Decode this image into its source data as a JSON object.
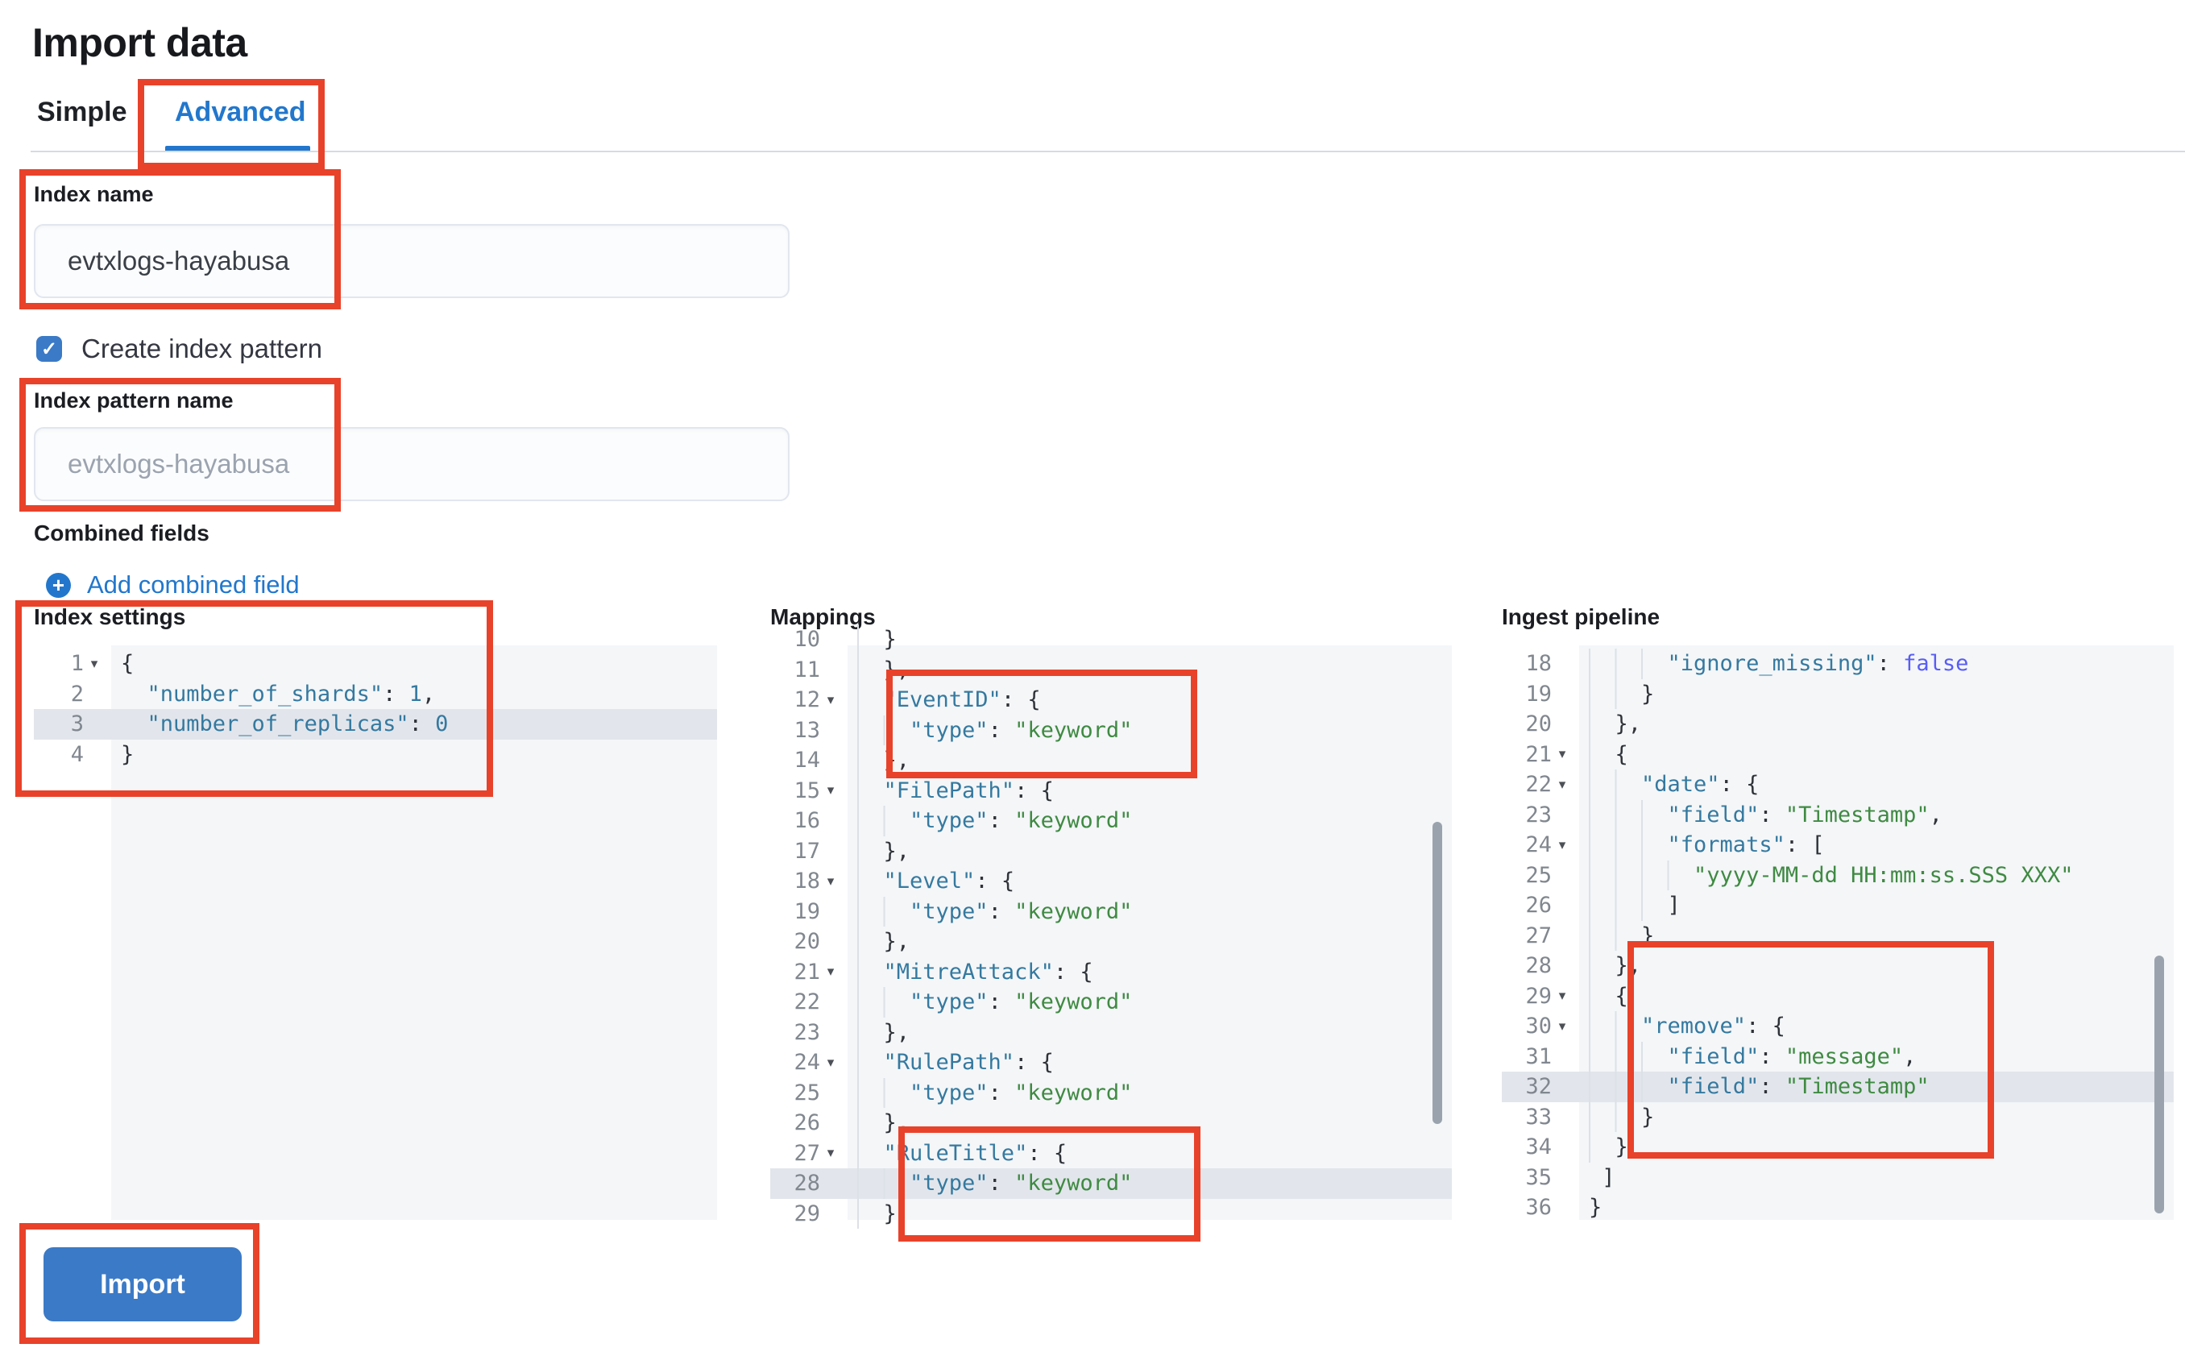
{
  "page": {
    "title": "Import data"
  },
  "tabs": {
    "simple": "Simple",
    "advanced": "Advanced"
  },
  "icons": {
    "check": "✓",
    "plus": "+",
    "fold_arrow": "▾"
  },
  "form": {
    "index_name": {
      "label": "Index name",
      "value": "evtxlogs-hayabusa"
    },
    "create_index_pattern": {
      "label": "Create index pattern",
      "checked": true
    },
    "index_pattern_name": {
      "label": "Index pattern name",
      "placeholder": "evtxlogs-hayabusa"
    },
    "combined_fields": {
      "label": "Combined fields",
      "add_link": "Add combined field"
    },
    "import_button": "Import"
  },
  "colors": {
    "annotation": "#e8422a",
    "link_blue": "#2277cc",
    "control_blue": "#3b7ac6",
    "code_key": "#35799f",
    "code_string": "#3f8a42",
    "code_boolean": "#585cf6",
    "code_punct": "#2f3238",
    "editor_bg": "#f4f6f8",
    "highlight": "#e2e6ec",
    "divider": "#d5dbe5",
    "line_number": "#81878f"
  },
  "editors": [
    {
      "title": "Index settings",
      "lines": [
        {
          "n": "1",
          "fold": 1,
          "g": 0,
          "t": [
            [
              "p",
              "{"
            ]
          ]
        },
        {
          "n": "2",
          "g": 0,
          "t": [
            [
              "k",
              "  \"number_of_shards\""
            ],
            [
              "p",
              ": "
            ],
            [
              "n",
              "1"
            ],
            [
              "p",
              ","
            ]
          ]
        },
        {
          "n": "3",
          "g": 0,
          "hl": 1,
          "t": [
            [
              "k",
              "  \"number_of_replicas\""
            ],
            [
              "p",
              ": "
            ],
            [
              "n",
              "0"
            ]
          ]
        },
        {
          "n": "4",
          "g": 0,
          "t": [
            [
              "p",
              "}"
            ]
          ]
        }
      ]
    },
    {
      "title": "Mappings",
      "lines": [
        {
          "n": "10",
          "partial": 1,
          "g": 1,
          "t": [
            [
              "p",
              "  }"
            ]
          ]
        },
        {
          "n": "11",
          "g": 1,
          "t": [
            [
              "p",
              "  },"
            ]
          ]
        },
        {
          "n": "12",
          "fold": 1,
          "g": 1,
          "t": [
            [
              "k",
              "  \"EventID\""
            ],
            [
              "p",
              ": {"
            ]
          ]
        },
        {
          "n": "13",
          "g": 2,
          "t": [
            [
              "k",
              "    \"type\""
            ],
            [
              "p",
              ": "
            ],
            [
              "s",
              "\"keyword\""
            ]
          ]
        },
        {
          "n": "14",
          "g": 1,
          "t": [
            [
              "p",
              "  },"
            ]
          ]
        },
        {
          "n": "15",
          "fold": 1,
          "g": 1,
          "t": [
            [
              "k",
              "  \"FilePath\""
            ],
            [
              "p",
              ": {"
            ]
          ]
        },
        {
          "n": "16",
          "g": 2,
          "t": [
            [
              "k",
              "    \"type\""
            ],
            [
              "p",
              ": "
            ],
            [
              "s",
              "\"keyword\""
            ]
          ]
        },
        {
          "n": "17",
          "g": 1,
          "t": [
            [
              "p",
              "  },"
            ]
          ]
        },
        {
          "n": "18",
          "fold": 1,
          "g": 1,
          "t": [
            [
              "k",
              "  \"Level\""
            ],
            [
              "p",
              ": {"
            ]
          ]
        },
        {
          "n": "19",
          "g": 2,
          "t": [
            [
              "k",
              "    \"type\""
            ],
            [
              "p",
              ": "
            ],
            [
              "s",
              "\"keyword\""
            ]
          ]
        },
        {
          "n": "20",
          "g": 1,
          "t": [
            [
              "p",
              "  },"
            ]
          ]
        },
        {
          "n": "21",
          "fold": 1,
          "g": 1,
          "t": [
            [
              "k",
              "  \"MitreAttack\""
            ],
            [
              "p",
              ": {"
            ]
          ]
        },
        {
          "n": "22",
          "g": 2,
          "t": [
            [
              "k",
              "    \"type\""
            ],
            [
              "p",
              ": "
            ],
            [
              "s",
              "\"keyword\""
            ]
          ]
        },
        {
          "n": "23",
          "g": 1,
          "t": [
            [
              "p",
              "  },"
            ]
          ]
        },
        {
          "n": "24",
          "fold": 1,
          "g": 1,
          "t": [
            [
              "k",
              "  \"RulePath\""
            ],
            [
              "p",
              ": {"
            ]
          ]
        },
        {
          "n": "25",
          "g": 2,
          "t": [
            [
              "k",
              "    \"type\""
            ],
            [
              "p",
              ": "
            ],
            [
              "s",
              "\"keyword\""
            ]
          ]
        },
        {
          "n": "26",
          "g": 1,
          "t": [
            [
              "p",
              "  },"
            ]
          ]
        },
        {
          "n": "27",
          "fold": 1,
          "g": 1,
          "t": [
            [
              "k",
              "  \"RuleTitle\""
            ],
            [
              "p",
              ": {"
            ]
          ]
        },
        {
          "n": "28",
          "g": 2,
          "hl": 1,
          "t": [
            [
              "k",
              "    \"type\""
            ],
            [
              "p",
              ": "
            ],
            [
              "s",
              "\"keyword\""
            ]
          ]
        },
        {
          "n": "29",
          "g": 1,
          "t": [
            [
              "p",
              "  },"
            ]
          ]
        }
      ]
    },
    {
      "title": "Ingest pipeline",
      "lines": [
        {
          "n": "18",
          "g": 3,
          "t": [
            [
              "k",
              "      \"ignore_missing\""
            ],
            [
              "p",
              ": "
            ],
            [
              "b",
              "false"
            ]
          ]
        },
        {
          "n": "19",
          "g": 2,
          "t": [
            [
              "p",
              "    }"
            ]
          ]
        },
        {
          "n": "20",
          "g": 1,
          "t": [
            [
              "p",
              "  },"
            ]
          ]
        },
        {
          "n": "21",
          "fold": 1,
          "g": 1,
          "t": [
            [
              "p",
              "  {"
            ]
          ]
        },
        {
          "n": "22",
          "fold": 1,
          "g": 2,
          "t": [
            [
              "k",
              "    \"date\""
            ],
            [
              "p",
              ": {"
            ]
          ]
        },
        {
          "n": "23",
          "g": 3,
          "t": [
            [
              "k",
              "      \"field\""
            ],
            [
              "p",
              ": "
            ],
            [
              "s",
              "\"Timestamp\""
            ],
            [
              "p",
              ","
            ]
          ]
        },
        {
          "n": "24",
          "fold": 1,
          "g": 3,
          "t": [
            [
              "k",
              "      \"formats\""
            ],
            [
              "p",
              ": ["
            ]
          ]
        },
        {
          "n": "25",
          "g": 4,
          "t": [
            [
              "s",
              "        \"yyyy-MM-dd HH:mm:ss.SSS XXX\""
            ]
          ]
        },
        {
          "n": "26",
          "g": 3,
          "t": [
            [
              "p",
              "      ]"
            ]
          ]
        },
        {
          "n": "27",
          "g": 2,
          "t": [
            [
              "p",
              "    }"
            ]
          ]
        },
        {
          "n": "28",
          "g": 1,
          "t": [
            [
              "p",
              "  },"
            ]
          ]
        },
        {
          "n": "29",
          "fold": 1,
          "g": 1,
          "t": [
            [
              "p",
              "  {"
            ]
          ]
        },
        {
          "n": "30",
          "fold": 1,
          "g": 2,
          "t": [
            [
              "k",
              "    \"remove\""
            ],
            [
              "p",
              ": {"
            ]
          ]
        },
        {
          "n": "31",
          "g": 3,
          "t": [
            [
              "k",
              "      \"field\""
            ],
            [
              "p",
              ": "
            ],
            [
              "s",
              "\"message\""
            ],
            [
              "p",
              ","
            ]
          ]
        },
        {
          "n": "32",
          "g": 3,
          "hl": 1,
          "t": [
            [
              "k",
              "      \"field\""
            ],
            [
              "p",
              ": "
            ],
            [
              "s",
              "\"Timestamp\""
            ]
          ]
        },
        {
          "n": "33",
          "g": 2,
          "t": [
            [
              "p",
              "    }"
            ]
          ]
        },
        {
          "n": "34",
          "g": 1,
          "t": [
            [
              "p",
              "  }"
            ]
          ]
        },
        {
          "n": "35",
          "g": 0,
          "t": [
            [
              "p",
              " ]"
            ]
          ]
        },
        {
          "n": "36",
          "g": 0,
          "t": [
            [
              "p",
              "}"
            ]
          ]
        }
      ]
    }
  ]
}
